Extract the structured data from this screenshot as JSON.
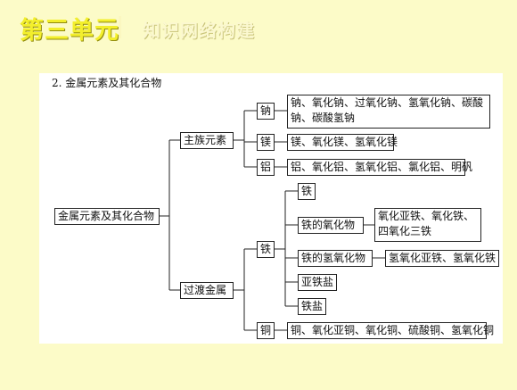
{
  "header": {
    "title": "第三单元",
    "separator": "|",
    "subtitle": "知识网络构建"
  },
  "diagram": {
    "heading": "2. 金属元素及其化合物",
    "root": "金属元素及其化合物",
    "main_group": "主族元素",
    "transition_group": "过渡金属",
    "na": "钠",
    "na_compounds": "钠、氧化钠、过氧化钠、氢氧化钠、碳酸钠、碳酸氢钠",
    "mg": "镁",
    "mg_compounds": "镁、氧化镁、氢氧化镁",
    "al": "铝",
    "al_compounds": "铝、氧化铝、氢氧化铝、氯化铝、明矾",
    "fe": "铁",
    "fe_element": "铁",
    "fe_oxides": "铁的氧化物",
    "fe_oxides_list": "氧化亚铁、氧化铁、四氧化三铁",
    "fe_hydroxides": "铁的氢氧化物",
    "fe_hydroxides_list": "氢氧化亚铁、氢氧化铁",
    "ferrous_salt": "亚铁盐",
    "ferric_salt": "铁盐",
    "cu": "铜",
    "cu_compounds": "铜、氧化亚铜、氧化铜、硫酸铜、氢氧化铜"
  }
}
